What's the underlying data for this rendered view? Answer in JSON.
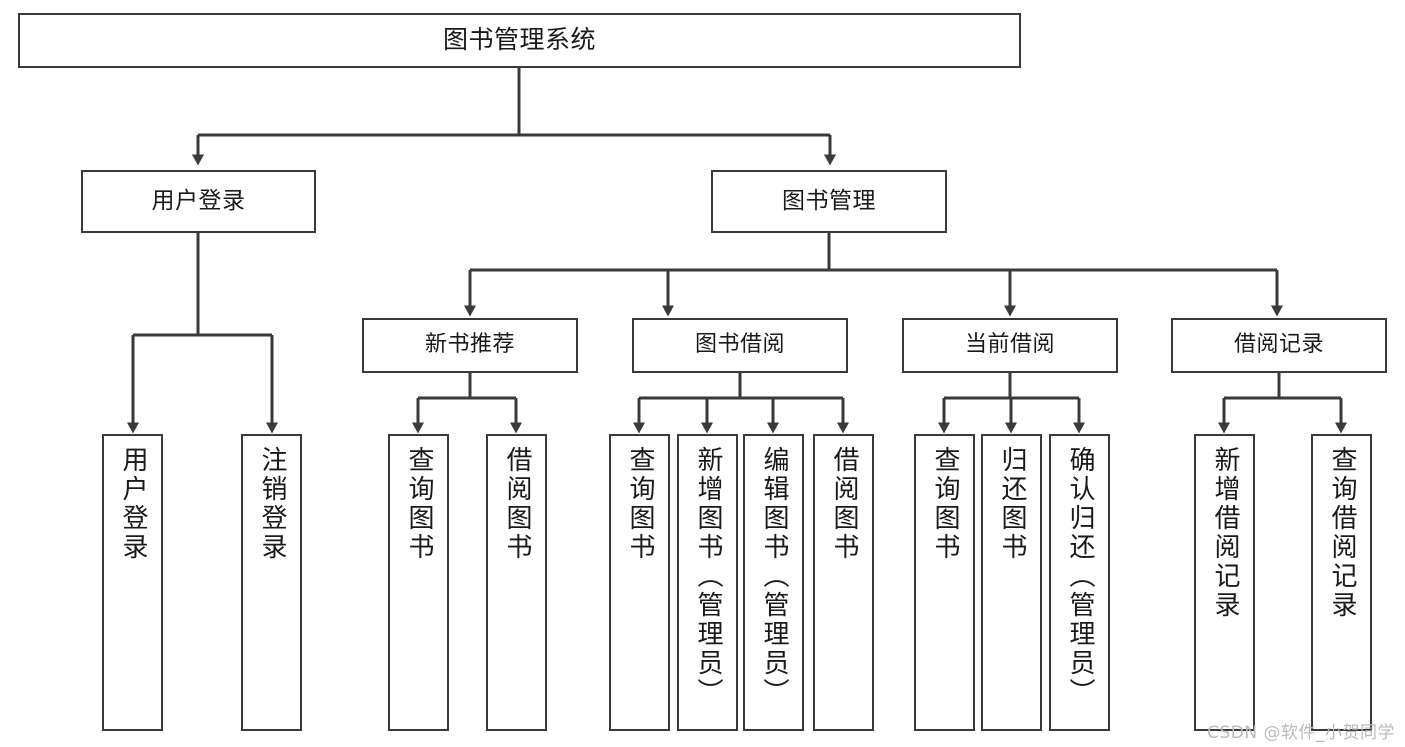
{
  "diagram": {
    "type": "tree",
    "title": "图书管理系统",
    "watermark": "CSDN @软件_小贺同学",
    "colors": {
      "box_border": "#3a3a3a",
      "box_fill": "#ffffff",
      "connector": "#3a3a3a",
      "text": "#1a1a1a",
      "watermark": "#b9b9b9"
    },
    "nodes": {
      "root": {
        "label": "图书管理系统"
      },
      "level1": [
        {
          "id": "user-login",
          "label": "用户登录"
        },
        {
          "id": "book-manage",
          "label": "图书管理"
        }
      ],
      "level2": [
        {
          "id": "new-book-recommend",
          "label": "新书推荐"
        },
        {
          "id": "book-borrow",
          "label": "图书借阅"
        },
        {
          "id": "current-borrow",
          "label": "当前借阅"
        },
        {
          "id": "borrow-record",
          "label": "借阅记录"
        }
      ],
      "leaves": {
        "user-login": [
          {
            "id": "leaf-user-login",
            "label": "用户登录"
          },
          {
            "id": "leaf-logout-login",
            "label": "注销登录"
          }
        ],
        "new-book-recommend": [
          {
            "id": "leaf-query-book-1",
            "label": "查询图书"
          },
          {
            "id": "leaf-borrow-book-1",
            "label": "借阅图书"
          }
        ],
        "book-borrow": [
          {
            "id": "leaf-query-book-2",
            "label": "查询图书"
          },
          {
            "id": "leaf-add-book",
            "label": "新增图书（管理员）"
          },
          {
            "id": "leaf-edit-book",
            "label": "编辑图书（管理员）"
          },
          {
            "id": "leaf-borrow-book-2",
            "label": "借阅图书"
          }
        ],
        "current-borrow": [
          {
            "id": "leaf-query-book-3",
            "label": "查询图书"
          },
          {
            "id": "leaf-return-book",
            "label": "归还图书"
          },
          {
            "id": "leaf-confirm-return",
            "label": "确认归还（管理员）"
          }
        ],
        "borrow-record": [
          {
            "id": "leaf-add-record",
            "label": "新增借阅记录"
          },
          {
            "id": "leaf-query-record",
            "label": "查询借阅记录"
          }
        ]
      }
    }
  }
}
